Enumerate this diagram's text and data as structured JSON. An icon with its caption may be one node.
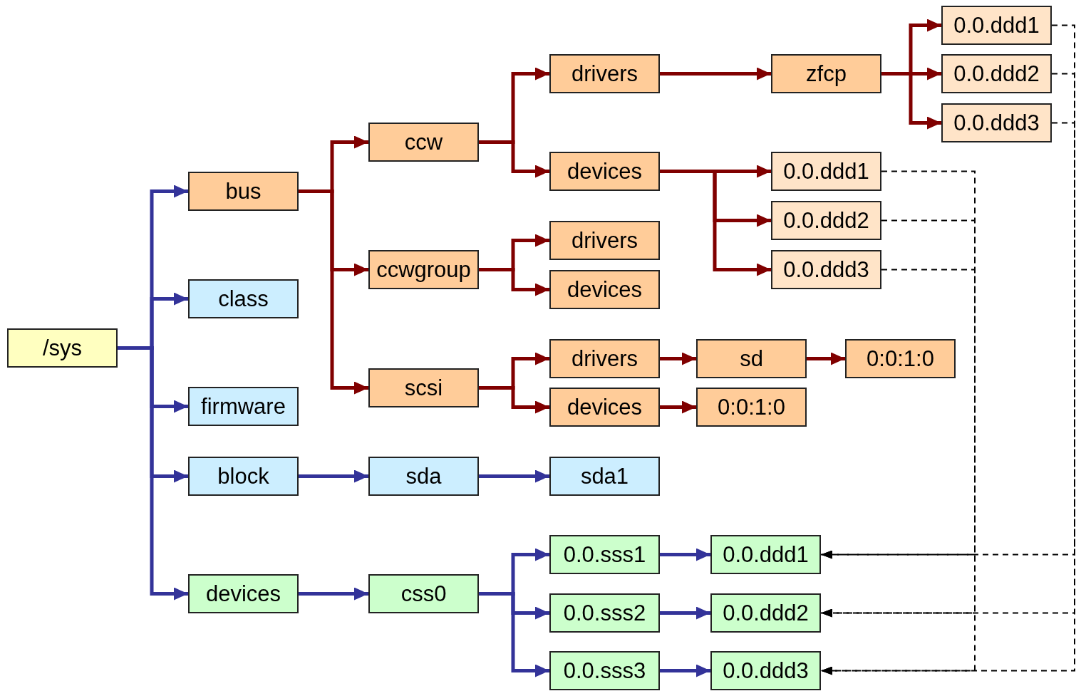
{
  "diagram": {
    "nodes": [
      {
        "text": [
          "/sys"
        ]
      },
      {
        "text": [
          "bus"
        ]
      },
      {
        "text": [
          "class"
        ]
      },
      {
        "text": [
          "firmware"
        ]
      },
      {
        "text": [
          "block"
        ]
      },
      {
        "text": [
          "devices"
        ]
      },
      {
        "text": [
          "ccw"
        ]
      },
      {
        "text": [
          "ccwgroup"
        ]
      },
      {
        "text": [
          "scsi"
        ]
      },
      {
        "text": [
          "drivers"
        ]
      },
      {
        "text": [
          "devices"
        ]
      },
      {
        "text": [
          "drivers"
        ]
      },
      {
        "text": [
          "devices"
        ]
      },
      {
        "text": [
          "drivers"
        ]
      },
      {
        "text": [
          "devices"
        ]
      },
      {
        "text": [
          "zfcp"
        ]
      },
      {
        "text": [
          "0.0.ddd1"
        ]
      },
      {
        "text": [
          "0.0.ddd2"
        ]
      },
      {
        "text": [
          "0.0.ddd3"
        ]
      },
      {
        "text": [
          "0.0.ddd1"
        ]
      },
      {
        "text": [
          "0.0.ddd2"
        ]
      },
      {
        "text": [
          "0.0.ddd3"
        ]
      },
      {
        "text": [
          "sd"
        ]
      },
      {
        "text": [
          "0:0:1:0"
        ]
      },
      {
        "text": [
          "0:0:1:0"
        ]
      },
      {
        "text": [
          "sda"
        ]
      },
      {
        "text": [
          "sda1"
        ]
      },
      {
        "text": [
          "css0"
        ]
      },
      {
        "text": [
          "0.0.sss1"
        ]
      },
      {
        "text": [
          "0.0.sss2"
        ]
      },
      {
        "text": [
          "0.0.sss3"
        ]
      },
      {
        "text": [
          "0.0.ddd1"
        ]
      },
      {
        "text": [
          "0.0.ddd2"
        ]
      },
      {
        "text": [
          "0.0.ddd3"
        ]
      }
    ],
    "edges": [
      {
        "from": 0,
        "to": 1,
        "arrow": "to",
        "color": "#333399"
      },
      {
        "from": 0,
        "to": 2,
        "arrow": "to",
        "color": "#333399"
      },
      {
        "from": 0,
        "to": 3,
        "arrow": "to",
        "color": "#333399"
      },
      {
        "from": 0,
        "to": 4,
        "arrow": "to",
        "color": "#333399"
      },
      {
        "from": 0,
        "to": 5,
        "arrow": "to",
        "color": "#333399"
      },
      {
        "from": 1,
        "to": 6,
        "arrow": "to"
      },
      {
        "from": 1,
        "to": 7,
        "arrow": "to"
      },
      {
        "from": 1,
        "to": 8,
        "arrow": "to"
      },
      {
        "from": 6,
        "to": 9,
        "arrow": "to"
      },
      {
        "from": 6,
        "to": 10,
        "arrow": "to"
      },
      {
        "from": 7,
        "to": 11,
        "arrow": "to"
      },
      {
        "from": 7,
        "to": 12,
        "arrow": "to"
      },
      {
        "from": 8,
        "to": 13,
        "arrow": "to"
      },
      {
        "from": 8,
        "to": 14,
        "arrow": "to"
      },
      {
        "from": 9,
        "to": 15,
        "arrow": "to"
      },
      {
        "from": 15,
        "to": 16,
        "arrow": "to"
      },
      {
        "from": 15,
        "to": 17,
        "arrow": "to"
      },
      {
        "from": 15,
        "to": 18,
        "arrow": "to"
      },
      {
        "from": 10,
        "to": 19,
        "arrow": "to"
      },
      {
        "from": 10,
        "to": 20,
        "arrow": "to"
      },
      {
        "from": 10,
        "to": 21,
        "arrow": "to"
      },
      {
        "from": 13,
        "to": 22,
        "arrow": "to"
      },
      {
        "from": 22,
        "to": 23,
        "arrow": "to"
      },
      {
        "from": 14,
        "to": 24,
        "arrow": "to"
      },
      {
        "from": 4,
        "to": 25,
        "arrow": "to",
        "color": "#333399"
      },
      {
        "from": 25,
        "to": 26,
        "arrow": "to",
        "color": "#333399"
      },
      {
        "from": 5,
        "to": 27,
        "arrow": "to",
        "color": "#333399"
      },
      {
        "from": 27,
        "to": 28,
        "arrow": "to",
        "color": "#333399"
      },
      {
        "from": 27,
        "to": 29,
        "arrow": "to",
        "color": "#333399"
      },
      {
        "from": 27,
        "to": 30,
        "arrow": "to",
        "color": "#333399"
      },
      {
        "from": 28,
        "to": 31,
        "arrow": "to",
        "color": "#333399"
      },
      {
        "from": 29,
        "to": 32,
        "arrow": "to",
        "color": "#333399"
      },
      {
        "from": 30,
        "to": 33,
        "arrow": "to",
        "color": "#333399"
      },
      {
        "from": 19,
        "to": 31,
        "arrow": "to",
        "style": "dashed",
        "color": "#000000"
      },
      {
        "from": 20,
        "to": 32,
        "arrow": "to",
        "style": "dashed",
        "color": "#000000"
      },
      {
        "from": 21,
        "to": 33,
        "arrow": "to",
        "style": "dashed",
        "color": "#000000"
      },
      {
        "from": 16,
        "to": 31,
        "arrow": "to",
        "style": "dashed",
        "color": "#000000"
      },
      {
        "from": 17,
        "to": 32,
        "arrow": "to",
        "style": "dashed",
        "color": "#000000"
      },
      {
        "from": 18,
        "to": 33,
        "arrow": "to",
        "style": "dashed",
        "color": "#000000"
      }
    ]
  }
}
